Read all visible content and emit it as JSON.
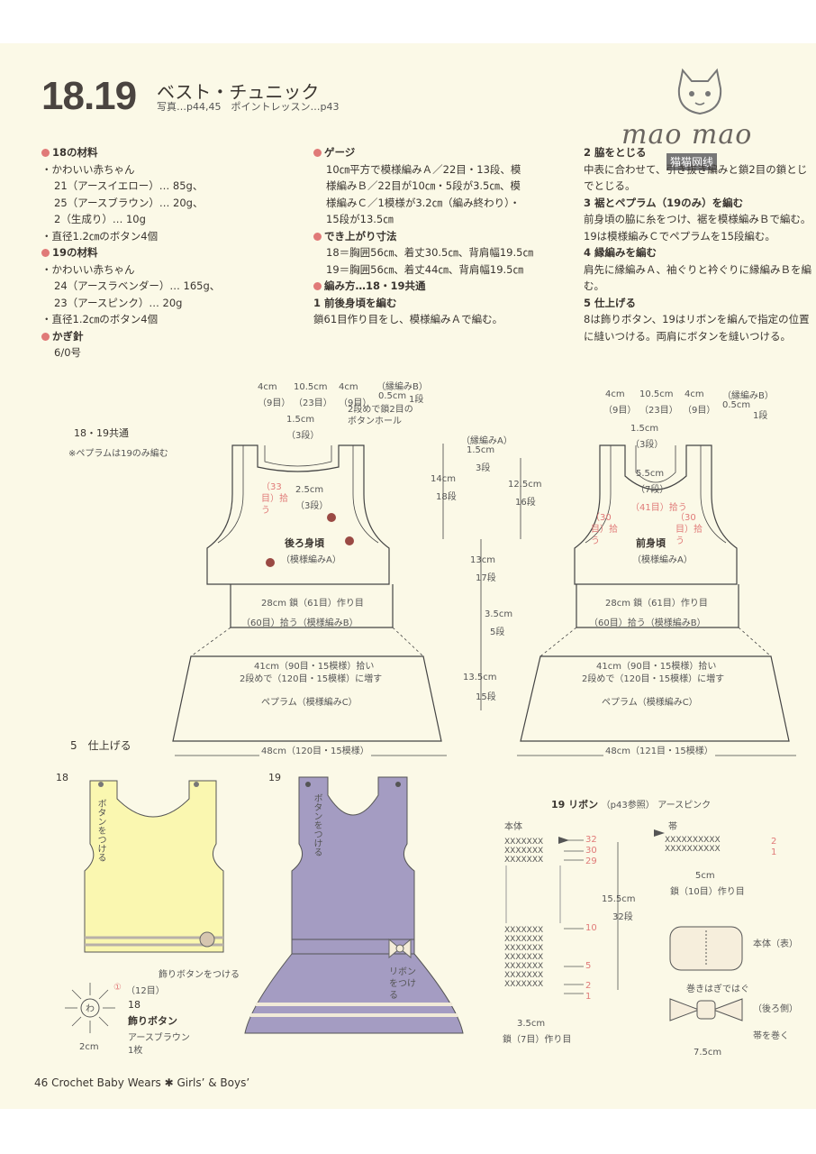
{
  "header": {
    "number": "18.19",
    "title": "ベスト・チュニック",
    "subtitle": "写真…p44,45　ポイントレッスン…p43"
  },
  "logo": {
    "text": "mao mao",
    "cn": "猫猫网线"
  },
  "materials": {
    "m18_head": "18の材料",
    "m18_items": [
      "・かわいい赤ちゃん",
      "21（アースイエロー）… 85g、",
      "25（アースブラウン）… 20g、",
      "2（生成り）… 10g",
      "・直径1.2㎝のボタン4個"
    ],
    "m19_head": "19の材料",
    "m19_items": [
      "・かわいい赤ちゃん",
      "24（アースラベンダー）… 165g、",
      "23（アースピンク）… 20g",
      "・直径1.2㎝のボタン4個"
    ],
    "hook_head": "かぎ針",
    "hook": "6/0号"
  },
  "gauge": {
    "head": "ゲージ",
    "lines": [
      "10㎝平方で模様編みＡ／22目・13段、模",
      "様編みＢ／22目が10㎝・5段が3.5㎝、模",
      "様編みＣ／1模様が3.2㎝（編み終わり）・",
      "15段が13.5㎝"
    ]
  },
  "size": {
    "head": "でき上がり寸法",
    "lines": [
      "18＝胸囲56㎝、着丈30.5㎝、背肩幅19.5㎝",
      "19＝胸囲56㎝、着丈44㎝、背肩幅19.5㎝"
    ]
  },
  "method": {
    "head": "編み方…18・19共通",
    "s1_head": "1 前後身頃を編む",
    "s1": "鎖61目作り目をし、模様編みＡで編む。"
  },
  "steps": {
    "s2_head": "2 脇をとじる",
    "s2": [
      "中表に合わせて、引き抜き編みと鎖2目の鎖とじ",
      "でとじる。"
    ],
    "s3_head": "3 裾とペプラム（19のみ）を編む",
    "s3": [
      "前身頃の脇に糸をつけ、裾を模様編みＢで編む。",
      "19は模様編みＣでペプラムを15段編む。"
    ],
    "s4_head": "4 縁編みを編む",
    "s4": [
      "肩先に縁編みＡ、袖ぐりと衿ぐりに縁編みＢを編",
      "む。"
    ],
    "s5_head": "5 仕上げる",
    "s5": [
      "8は飾りボタン、19はリボンを編んで指定の位置",
      "に縫いつける。両肩にボタンを縫いつける。"
    ]
  },
  "diagram": {
    "common": "18・19共通",
    "note": "※ペプラムは19のみ編む",
    "back_name": "後ろ身頃",
    "back_pattern": "（模様編みA）",
    "front_name": "前身頃",
    "front_pattern": "（模様編みA）",
    "shoulder_left": "4cm",
    "shoulder_left_st": "（9目）",
    "neck_back": "10.5cm",
    "neck_back_st": "（23目）",
    "shoulder_right": "4cm",
    "shoulder_right_st": "（9目）",
    "edge_b": "（縁編みB）",
    "edge_b_h": "0.5cm",
    "edge_b_row": "1段",
    "neck_depth": "1.5cm",
    "neck_depth_row": "（3段）",
    "buttonhole": "2段めで鎖2目のボタンホール",
    "armhole_pick": "（33目）拾う",
    "armhole_depth": "2.5cm",
    "armhole_depth_row": "（3段）",
    "edge_a": "（縁編みA）",
    "edge_a_w": "1.5cm",
    "edge_a_row": "3段",
    "h14": "14cm",
    "h14_row": "18段",
    "h125": "12.5cm",
    "h125_row": "16段",
    "h13": "13cm",
    "h13_row": "17段",
    "h35": "3.5cm",
    "h35_row": "5段",
    "h135": "13.5cm",
    "h135_row": "15段",
    "chain": "28cm 鎖（61目）作り目",
    "hem_pick": "（60目）拾う（模様編みB）",
    "peplum1": "41cm（90目・15模様）拾い",
    "peplum2": "2段めで（120目・15模様）に増す",
    "peplum_name": "ペプラム（模様編みC）",
    "width_back": "48cm（120目・15模様）",
    "front_neck_depth": "5.5cm",
    "front_neck_row": "（7段）",
    "front_center": "（41目）拾う",
    "front_arm_pick": "（30目）拾う",
    "width_front": "48cm（121目・15模様）"
  },
  "finish": {
    "head": "5　仕上げる",
    "v18": "18",
    "v19": "19",
    "btn_label": "ボタンをつける",
    "deco_btn": "飾りボタンをつける",
    "ribbon_attach": "リボンをつける",
    "deco_name_num": "18",
    "deco_name": "飾りボタン",
    "deco_color": "アースブラウン",
    "deco_qty": "1枚",
    "deco_round1": "①",
    "deco_round2": "（12目）",
    "deco_w": "2cm",
    "deco_center": "わ"
  },
  "ribbon": {
    "title": "19 リボン",
    "ref": "（p43参照）",
    "color": "アースピンク",
    "body": "本体",
    "band": "帯",
    "rows": [
      "32",
      "30",
      "29",
      "10",
      "5",
      "2",
      "1"
    ],
    "band_rows": [
      "2",
      "1"
    ],
    "height": "15.5cm",
    "height_row": "32段",
    "body_chain_w": "3.5cm",
    "body_chain": "鎖（7目）作り目",
    "band_w": "5cm",
    "band_chain": "鎖（10目）作り目",
    "body_face": "本体（表）",
    "wrap": "巻きはぎではぐ",
    "back_side": "（後ろ側）",
    "tie": "帯を巻く",
    "bow_w": "7.5cm"
  },
  "footer": {
    "text": "46 Crochet Baby Wears ✱ Girls’ & Boys’"
  },
  "colors": {
    "accent": "#e07a78",
    "yellow": "#faf7b0",
    "lavender": "#a49cc2",
    "paper": "#fbf9e7"
  }
}
